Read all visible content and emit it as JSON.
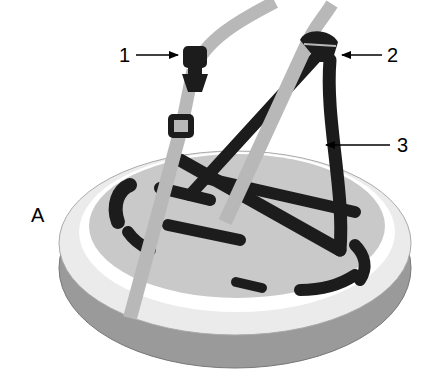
{
  "diagram": {
    "labels": [
      "1",
      "2",
      "3",
      "A"
    ]
  }
}
